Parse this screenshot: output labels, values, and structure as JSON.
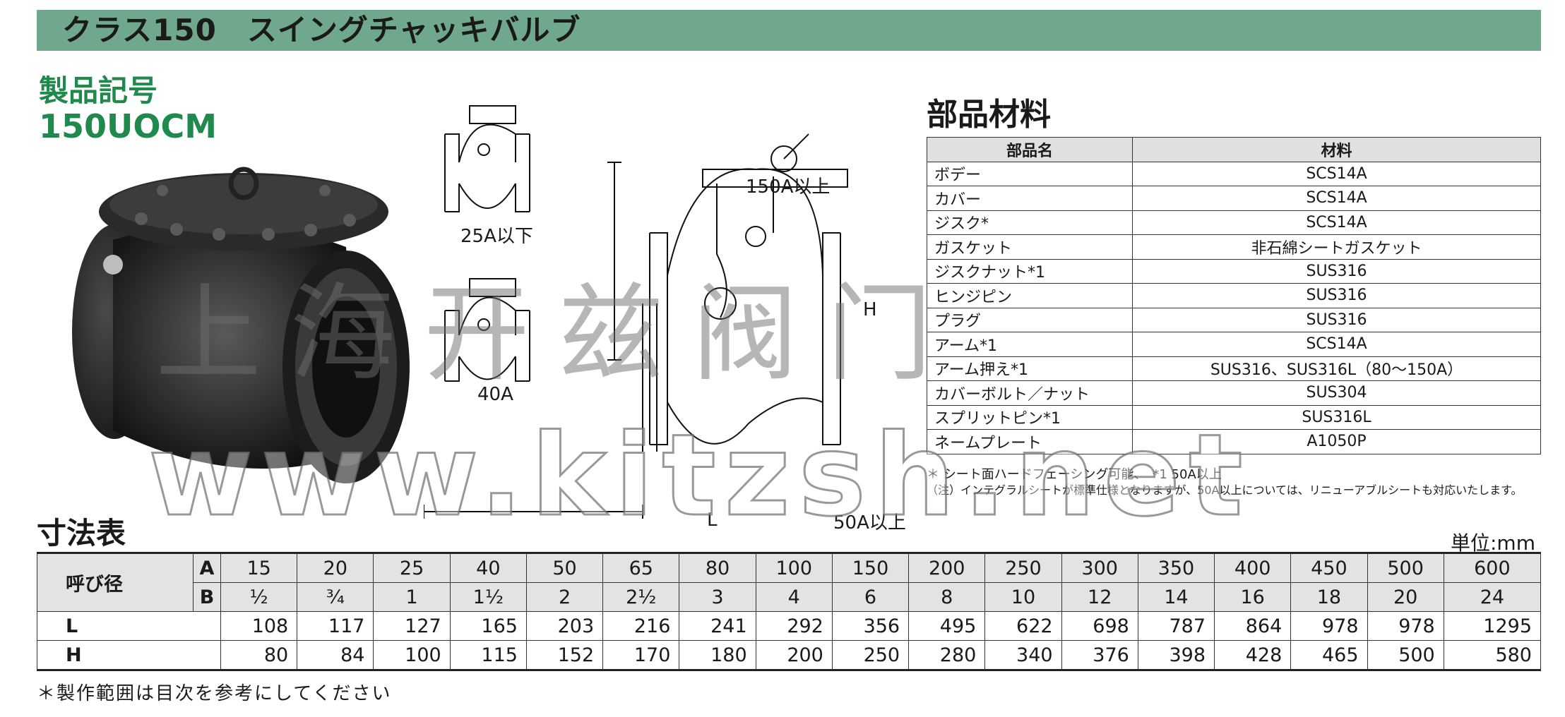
{
  "title": "クラス150　スイングチャッキバルブ",
  "product_code": {
    "label": "製品記号",
    "value": "150UOCM"
  },
  "drawing_labels": {
    "size_150a": "150A以上",
    "size_25a": "25A以下",
    "size_40a": "40A",
    "size_50a": "50A以上",
    "dim_h": "H",
    "dim_l": "L"
  },
  "parts": {
    "heading": "部品材料",
    "columns": [
      "部品名",
      "材料"
    ],
    "rows": [
      {
        "name": "ボデー",
        "material": "SCS14A"
      },
      {
        "name": "カバー",
        "material": "SCS14A"
      },
      {
        "name": "ジスク*",
        "material": "SCS14A"
      },
      {
        "name": "ガスケット",
        "material": "非石綿シートガスケット"
      },
      {
        "name": "ジスクナット*1",
        "material": "SUS316"
      },
      {
        "name": "ヒンジピン",
        "material": "SUS316"
      },
      {
        "name": "プラグ",
        "material": "SUS316"
      },
      {
        "name": "アーム*1",
        "material": "SCS14A"
      },
      {
        "name": "アーム押え*1",
        "material": "SUS316、SUS316L（80～150A）"
      },
      {
        "name": "カバーボルト／ナット",
        "material": "SUS304"
      },
      {
        "name": "スプリットピン*1",
        "material": "SUS316L"
      },
      {
        "name": "ネームプレート",
        "material": "A1050P"
      }
    ],
    "note1": "＊ シート面ハードフェーシング可能、　*1 50A以上",
    "note2": "（注）インテグラルシートが標準仕様となりますが、50A以上については、リニューアブルシートも対応いたします。"
  },
  "dimensions": {
    "heading": "寸法表",
    "unit": "単位:mm",
    "nominal_label": "呼び径",
    "row_a_label": "A",
    "row_b_label": "B",
    "row_l_label": "L",
    "row_h_label": "H",
    "a": [
      "15",
      "20",
      "25",
      "40",
      "50",
      "65",
      "80",
      "100",
      "150",
      "200",
      "250",
      "300",
      "350",
      "400",
      "450",
      "500",
      "600"
    ],
    "b": [
      "½",
      "¾",
      "1",
      "1½",
      "2",
      "2½",
      "3",
      "4",
      "6",
      "8",
      "10",
      "12",
      "14",
      "16",
      "18",
      "20",
      "24"
    ],
    "l": [
      "108",
      "117",
      "127",
      "165",
      "203",
      "216",
      "241",
      "292",
      "356",
      "495",
      "622",
      "698",
      "787",
      "864",
      "978",
      "978",
      "1295"
    ],
    "h": [
      "80",
      "84",
      "100",
      "115",
      "152",
      "170",
      "180",
      "200",
      "250",
      "280",
      "340",
      "376",
      "398",
      "428",
      "465",
      "500",
      "580"
    ]
  },
  "footer": "＊製作範囲は目次を参考にしてください",
  "watermark": {
    "cn": "上海开兹阀门",
    "url": "www.kitzsh.net"
  },
  "colors": {
    "title_bar": "#6fa88c",
    "code_green": "#1f8a4c",
    "header_gray": "#e3e3e3"
  }
}
